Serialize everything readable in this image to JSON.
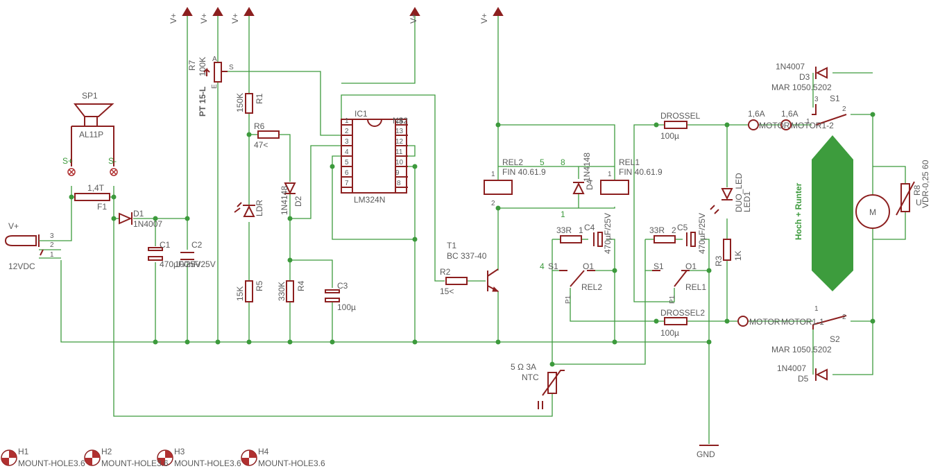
{
  "supply": {
    "vplus": "V+",
    "gnd": "GND",
    "input_label": "V+",
    "input_voltage": "12VDC",
    "pins": [
      "3",
      "2",
      "1"
    ]
  },
  "speaker": {
    "name": "SP1",
    "value": "AL11P",
    "pos": "S+",
    "neg": "S-"
  },
  "fuse": {
    "name": "F1",
    "value": "1,4T"
  },
  "d1": {
    "name": "D1",
    "value": "1N4007"
  },
  "c1": {
    "name": "C1",
    "value": "470µF/25V"
  },
  "c2": {
    "name": "C2",
    "value": "100nF/25V"
  },
  "r7": {
    "name": "R7",
    "value": "100K",
    "part": "PT 15-L",
    "pin_a": "A",
    "pin_e": "E",
    "pin_s": "S"
  },
  "r1": {
    "name": "R1",
    "value": "150K"
  },
  "r6": {
    "name": "R6",
    "value": "47<"
  },
  "ldr": {
    "name": "LDR"
  },
  "r5": {
    "name": "R5",
    "value": "15K"
  },
  "d2": {
    "name": "D2",
    "value": "1N4148"
  },
  "r4": {
    "name": "R4",
    "value": "330K"
  },
  "c3": {
    "name": "C3",
    "value": "100µ"
  },
  "ic1": {
    "name": "IC1",
    "part": "LM324N",
    "extra": "N$2",
    "pins_left": [
      "1",
      "2",
      "3",
      "4",
      "5",
      "6",
      "7"
    ],
    "pins_right": [
      "14",
      "13",
      "12",
      "11",
      "10",
      "9",
      "8"
    ]
  },
  "r2": {
    "name": "R2",
    "value": "15<"
  },
  "t1": {
    "name": "T1",
    "value": "BC 337-40"
  },
  "rel2": {
    "name": "REL2",
    "value": "FIN 40.61.9",
    "p1": "1",
    "p2": "2",
    "p5": "5",
    "p8": "8",
    "s1": "S1",
    "o1": "O1",
    "p1b": "P1",
    "n4": "4"
  },
  "rel1": {
    "name": "REL1",
    "value": "FIN 40.61.9",
    "p1": "1",
    "s1": "S1",
    "o1": "O1",
    "p1b": "P1",
    "mid": "1"
  },
  "d4": {
    "name": "D4",
    "value": "1N4148"
  },
  "c4": {
    "name": "C4",
    "value": "470µF/25V",
    "r": "33R",
    "n": "1"
  },
  "c5": {
    "name": "C5",
    "value": "470µF/25V",
    "r": "33R",
    "n": "2"
  },
  "led": {
    "name": "LED1",
    "value": "DUO_LED"
  },
  "r3": {
    "name": "R3",
    "value": "1K"
  },
  "drossel1": {
    "name": "DROSSEL",
    "value": "100µ"
  },
  "drossel2": {
    "name": "DROSSEL2",
    "value": "100µ"
  },
  "ntc": {
    "name": "NTC",
    "value": "5 Ω 3A"
  },
  "motor": {
    "fuse1": "1,6A",
    "fuse2": "1,6A",
    "m1": "MOTOR",
    "m2": "MOTOR1-2",
    "m3": "MOTOR",
    "m4": "MOTOR1-1",
    "symbol": "M",
    "arrow_label": "Hoch + Runter"
  },
  "s1": {
    "name": "S1",
    "value": "MAR 1050.5202",
    "p3": "3",
    "p1": "1",
    "p2": "2"
  },
  "s2": {
    "name": "S2",
    "value": "MAR 1050.5202",
    "p1": "1",
    "p2": "2"
  },
  "d3": {
    "name": "D3",
    "value": "1N4007"
  },
  "d5": {
    "name": "D5",
    "value": "1N4007"
  },
  "r8": {
    "name": "R8",
    "value": "VDR-0,25 60",
    "u": "U"
  },
  "holes": [
    {
      "name": "H1",
      "value": "MOUNT-HOLE3.6"
    },
    {
      "name": "H2",
      "value": "MOUNT-HOLE3.6"
    },
    {
      "name": "H3",
      "value": "MOUNT-HOLE3.6"
    },
    {
      "name": "H4",
      "value": "MOUNT-HOLE3.6"
    }
  ],
  "colors": {
    "wire": "#3c9a3c",
    "part": "#8c1f1f",
    "label": "#5a5a5a"
  }
}
